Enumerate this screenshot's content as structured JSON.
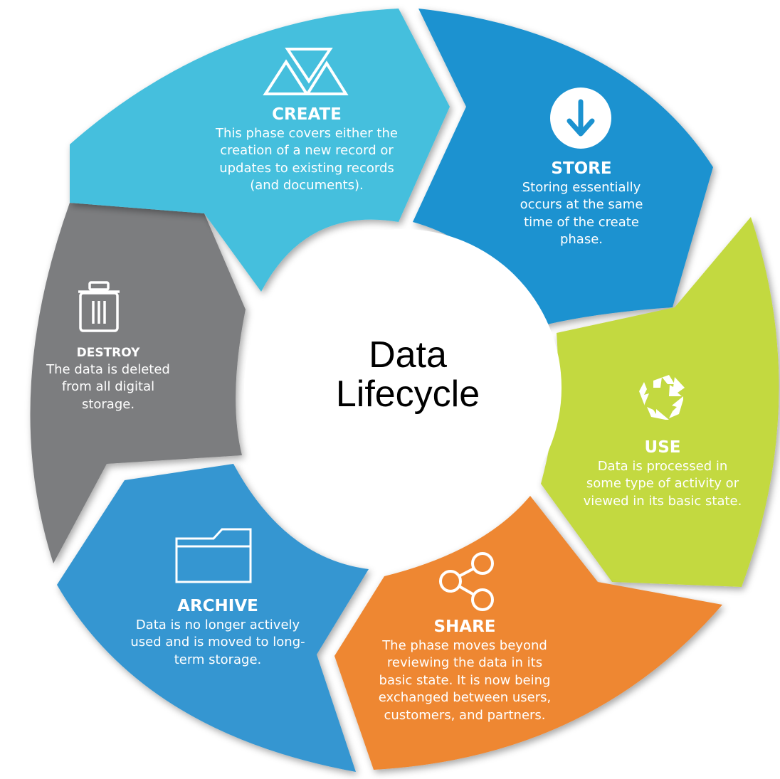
{
  "center": {
    "title_line1": "Data",
    "title_line2": "Lifecycle"
  },
  "stages": [
    {
      "id": "create",
      "title": "CREATE",
      "description": "This phase covers either the creation of a new record or updates to existing records (and documents).",
      "color": "#45bfdd",
      "icon": "triangles-icon"
    },
    {
      "id": "store",
      "title": "STORE",
      "description": "Storing essentially occurs at the same time of the create phase.",
      "color": "#1b92d0",
      "icon": "download-arrow-icon"
    },
    {
      "id": "use",
      "title": "USE",
      "description": "Data is processed in some type of activity or viewed in its basic state.",
      "color": "#c3d940",
      "icon": "recycle-arrows-icon"
    },
    {
      "id": "share",
      "title": "SHARE",
      "description": "The phase moves beyond reviewing the data in its basic state. It is now being exchanged between users, customers, and partners.",
      "color": "#ee8731",
      "icon": "share-icon"
    },
    {
      "id": "archive",
      "title": "ARCHIVE",
      "description": "Data is no longer actively used and is moved to long-term storage.",
      "color": "#3596d1",
      "icon": "folder-icon"
    },
    {
      "id": "destroy",
      "title": "DESTROY",
      "description": "The data is deleted from all digital storage.",
      "color": "#7c7d7f",
      "icon": "trash-icon"
    }
  ]
}
